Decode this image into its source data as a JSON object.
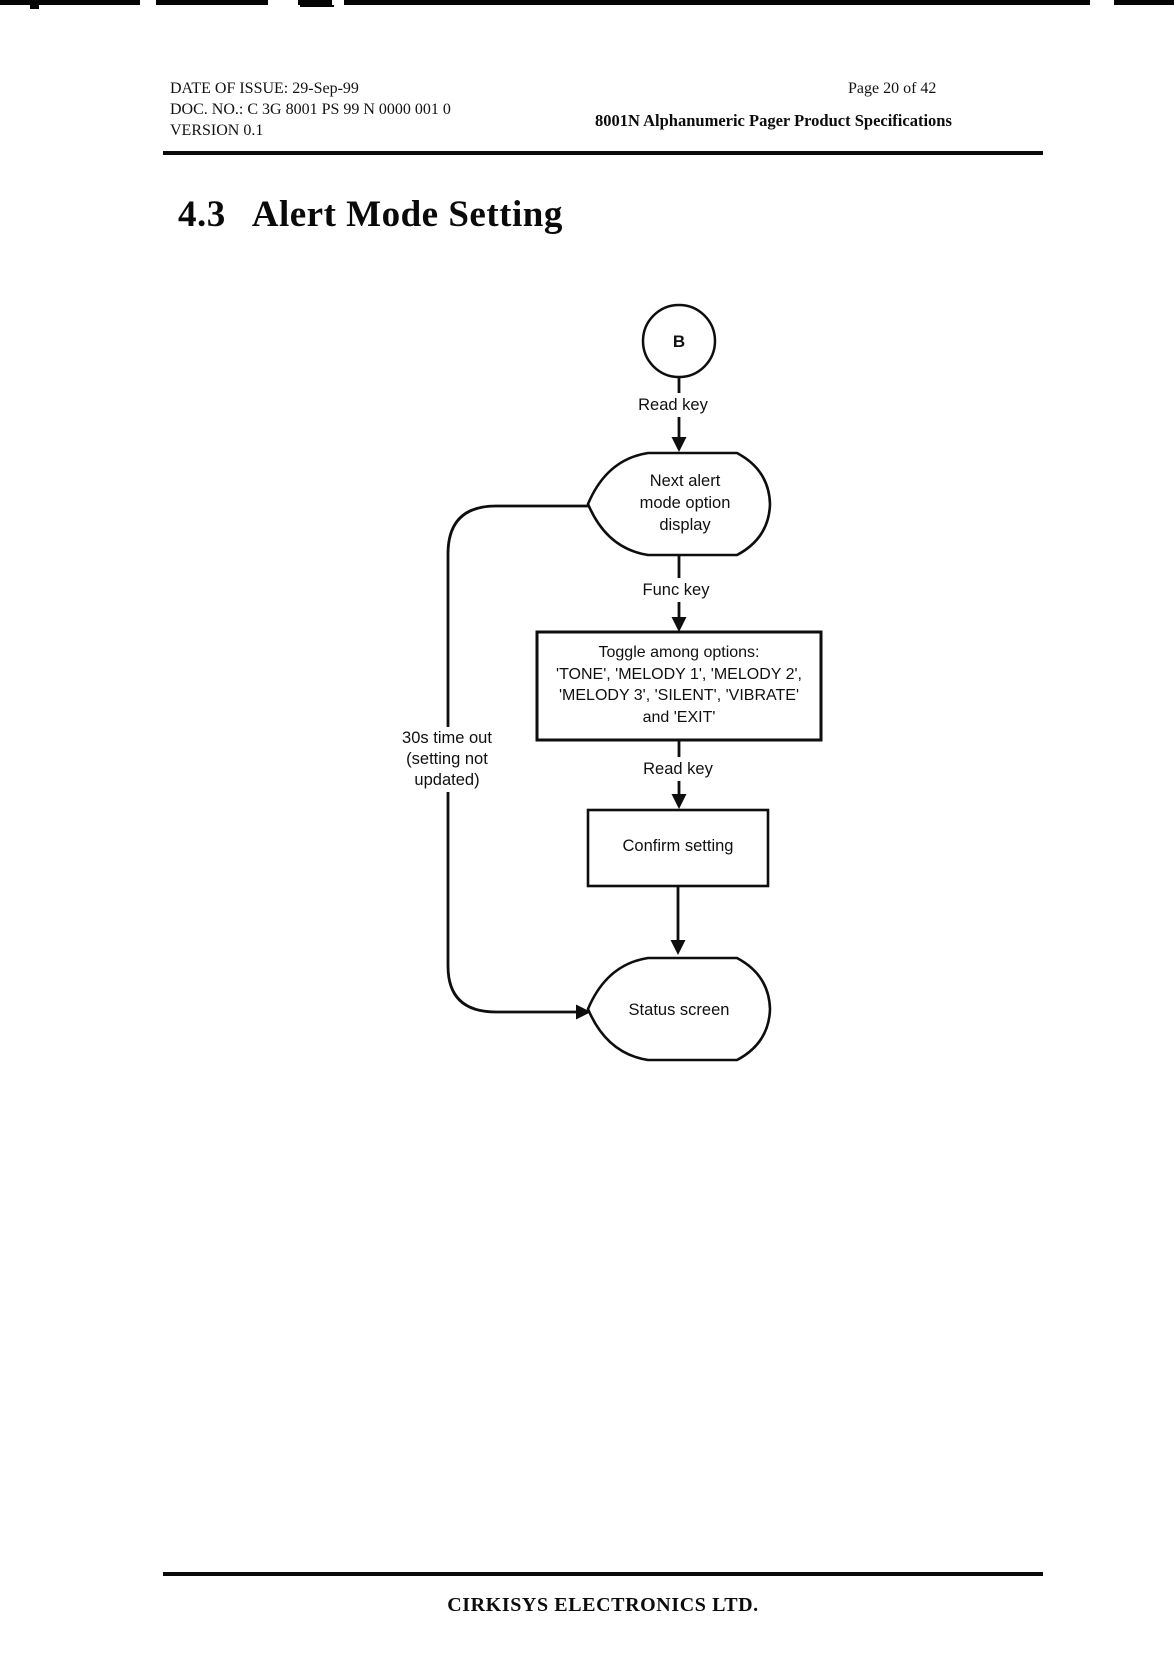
{
  "header": {
    "date_of_issue": "DATE OF ISSUE: 29-Sep-99",
    "doc_no": "DOC. NO.: C 3G 8001 PS 99 N 0000 001 0",
    "version": "VERSION 0.1",
    "page_number": "Page 20 of 42",
    "doc_title": "8001N Alphanumeric Pager Product Specifications"
  },
  "section": {
    "number": "4.3",
    "title": "Alert Mode Setting"
  },
  "flowchart": {
    "start_connector": "B",
    "edge_labels": {
      "read_key_top": "Read key",
      "func_key": "Func key",
      "read_key_bottom": "Read key",
      "timeout": "30s time out\n(setting not\nupdated)"
    },
    "nodes": {
      "next_alert_display": "Next alert\nmode option\ndisplay",
      "toggle_options": "Toggle among options:\n'TONE', 'MELODY 1', 'MELODY 2',\n'MELODY 3', 'SILENT', 'VIBRATE'\nand 'EXIT'",
      "confirm_setting": "Confirm setting",
      "status_screen": "Status screen"
    }
  },
  "footer": {
    "company": "CIRKISYS ELECTRONICS LTD."
  }
}
